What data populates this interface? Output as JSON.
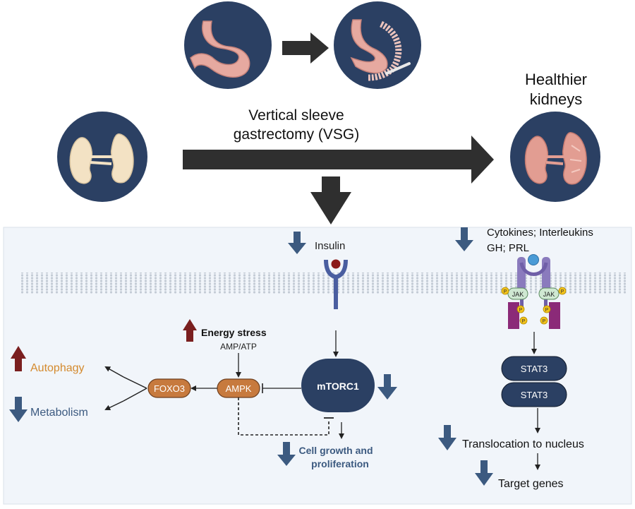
{
  "top": {
    "procedure_label_line1": "Vertical sleeve",
    "procedure_label_line2": "gastrectomy (VSG)",
    "outcome_label_line1": "Healthier",
    "outcome_label_line2": "kidneys",
    "icons": [
      "stomach-icon",
      "sleeve-stomach-icon",
      "kidney-pale-icon",
      "kidney-healthy-icon"
    ]
  },
  "signaling": {
    "insulin": "Insulin",
    "cytokines_line1": "Cytokines; Interleukins",
    "cytokines_line2": "GH; PRL",
    "jak": "JAK",
    "phospho": "P",
    "mtorc1": "mTORC1",
    "energy_stress": "Energy stress",
    "amp_atp": "AMP/ATP",
    "ampk": "AMPK",
    "foxo3": "FOXO3",
    "autophagy": "Autophagy",
    "metabolism": "Metabolism",
    "cell_growth_line1": "Cell growth and",
    "cell_growth_line2": "proliferation",
    "stat3_top": "STAT3",
    "stat3_bottom": "STAT3",
    "translocation": "Translocation to nucleus",
    "target_genes": "Target genes"
  },
  "colors": {
    "navy": "#2b4063",
    "down_arrow": "#3c5a80",
    "up_arrow": "#7a1f1f",
    "orange_node": "#c77a3e",
    "autophagy_text": "#d48a2e",
    "metabolism_text": "#3c5a80",
    "panel_bg": "#f1f5fa",
    "membrane": "#cfd6de"
  }
}
